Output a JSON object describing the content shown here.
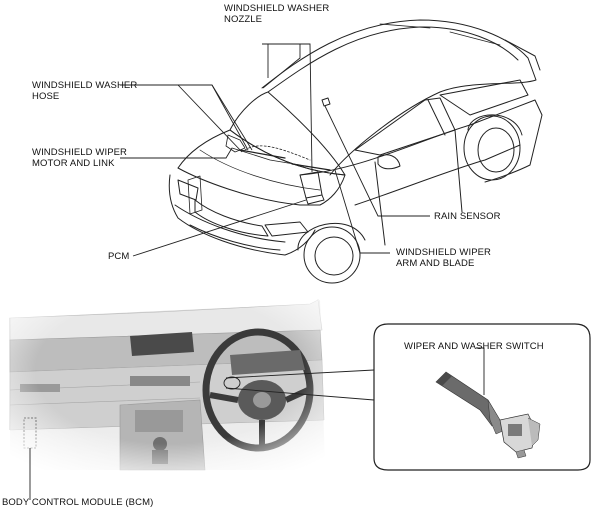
{
  "labels": {
    "washer_nozzle": [
      "WINDSHIELD WASHER",
      "NOZZLE"
    ],
    "washer_hose": [
      "WINDSHIELD WASHER",
      "HOSE"
    ],
    "wiper_motor": [
      "WINDSHIELD WIPER",
      "MOTOR AND LINK"
    ],
    "rain_sensor": [
      "RAIN SENSOR"
    ],
    "wiper_arm": [
      "WINDSHIELD WIPER",
      "ARM AND BLADE"
    ],
    "pcm": [
      "PCM"
    ],
    "wiper_switch": [
      "WIPER AND WASHER SWITCH"
    ],
    "bcm": [
      "BODY CONTROL MODULE (BCM)"
    ]
  }
}
